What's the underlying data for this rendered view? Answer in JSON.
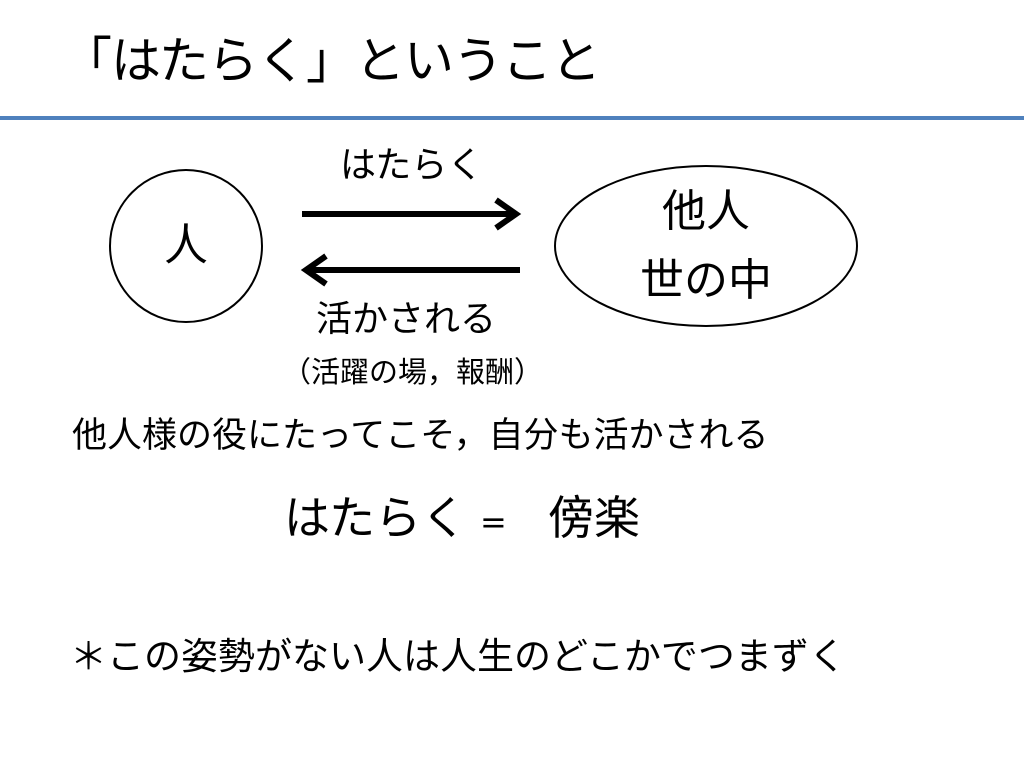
{
  "slide": {
    "title": "「はたらく」ということ"
  },
  "diagram": {
    "person": "人",
    "others_line1": "他人",
    "others_line2": "世の中",
    "arrow_forward_label": "はたらく",
    "arrow_back_label": "活かされる",
    "arrow_back_note": "（活躍の場，報酬）"
  },
  "body": {
    "statement": "他人様の役にたってこそ，自分も活かされる",
    "equation": {
      "lhs": "はたらく",
      "eq": "=",
      "rhs": "傍楽"
    },
    "note": "＊この姿勢がない人は人生のどこかでつまずく"
  },
  "colors": {
    "title_rule": "#4f81bd",
    "text": "#000000"
  }
}
